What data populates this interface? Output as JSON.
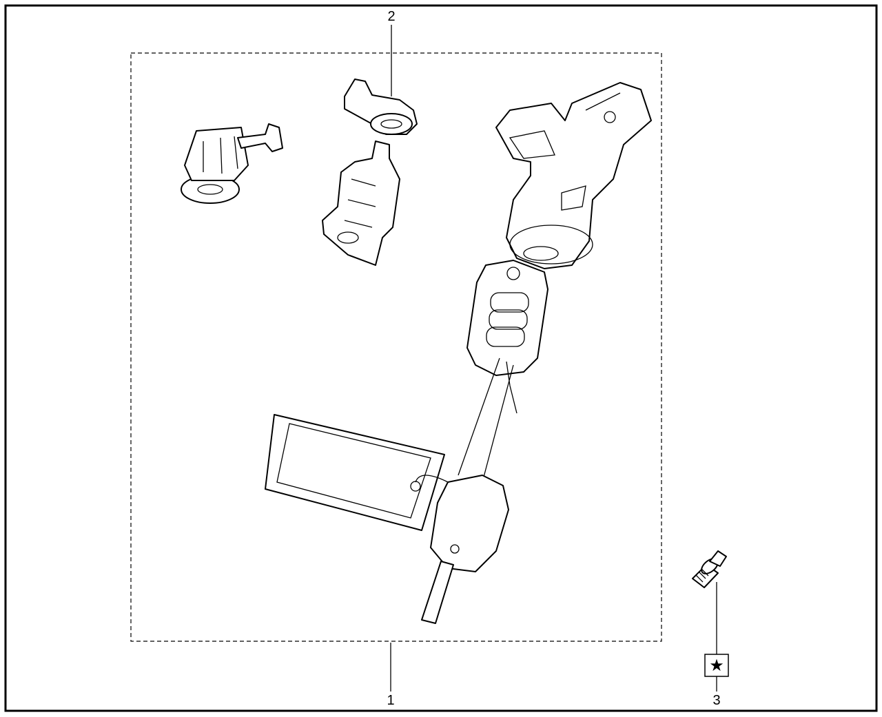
{
  "callouts": [
    {
      "number": "1",
      "part": "lock-set"
    },
    {
      "number": "2",
      "part": "lock-lever"
    },
    {
      "number": "3",
      "part": "shear-bolt"
    }
  ],
  "symbol": "★",
  "colors": {
    "line": "#000000",
    "background": "#ffffff"
  }
}
